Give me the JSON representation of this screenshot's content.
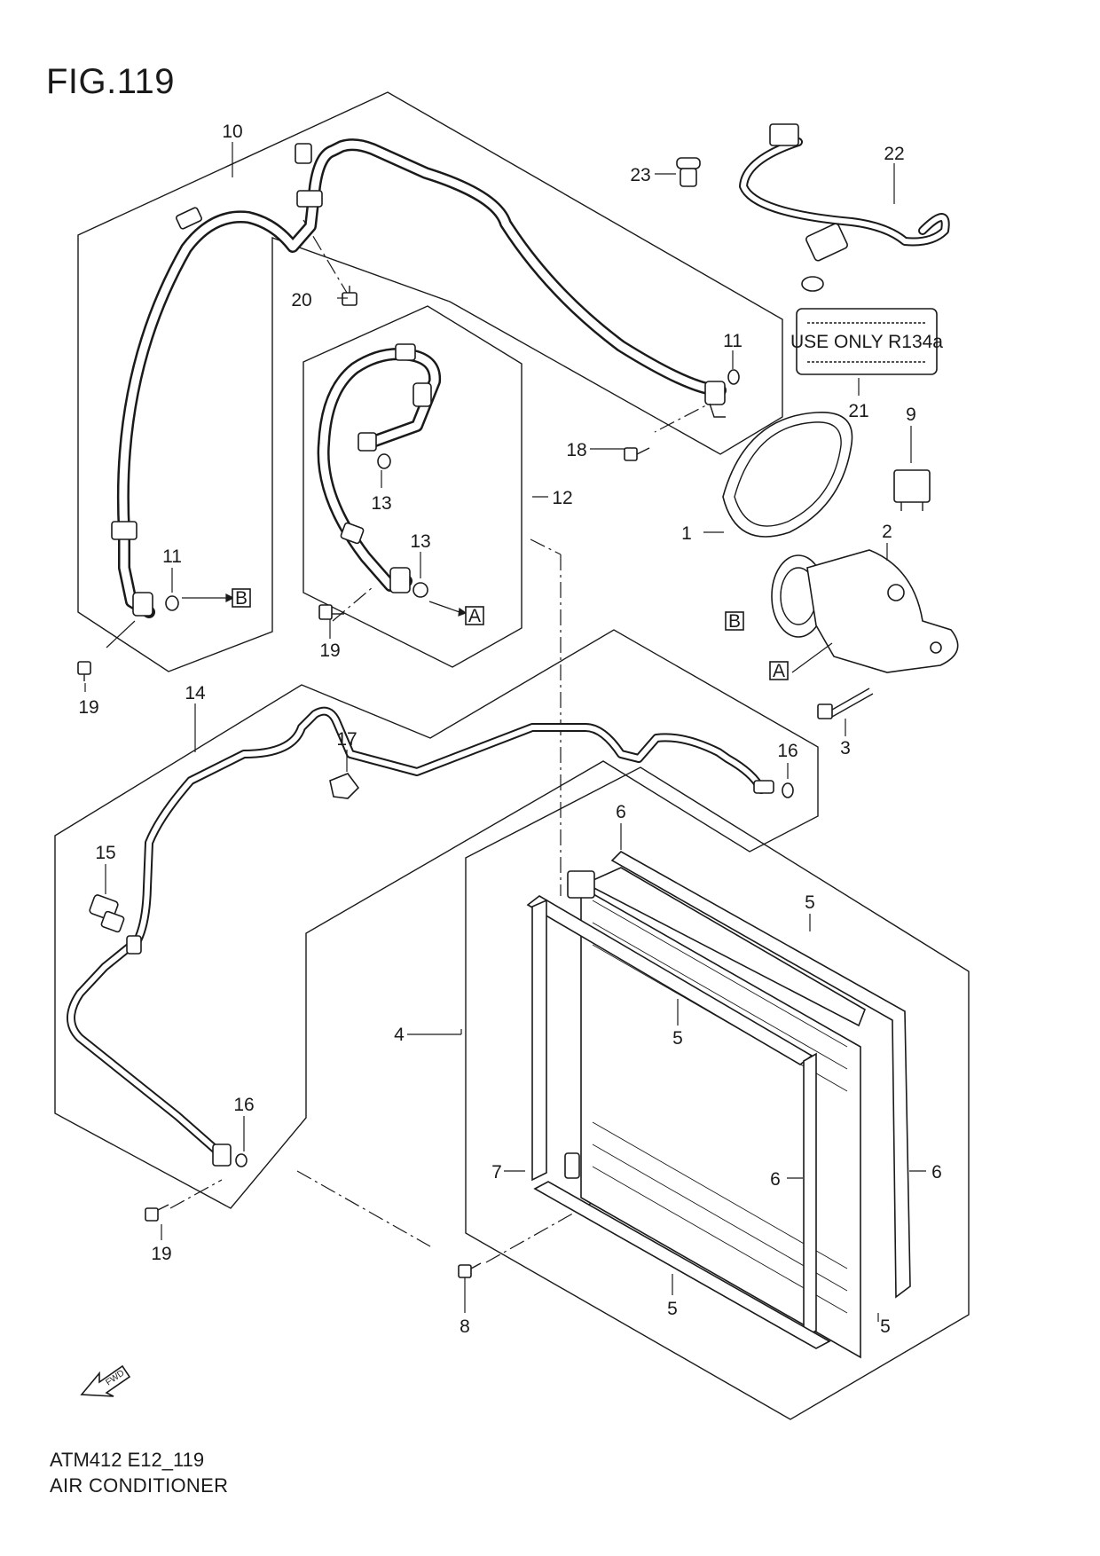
{
  "figure_title": "FIG.119",
  "footer": {
    "code": "ATM412 E12_119",
    "name": "AIR CONDITIONER"
  },
  "label_text": "USE ONLY R134a",
  "fwd_text": "FWD",
  "ref_a": "A",
  "ref_b": "B",
  "callouts": {
    "c1": "1",
    "c2": "2",
    "c3": "3",
    "c4": "4",
    "c5a": "5",
    "c5b": "5",
    "c5c": "5",
    "c5d": "5",
    "c6a": "6",
    "c6b": "6",
    "c6c": "6",
    "c7": "7",
    "c8": "8",
    "c9": "9",
    "c10": "10",
    "c11a": "11",
    "c11b": "11",
    "c12": "12",
    "c13a": "13",
    "c13b": "13",
    "c14": "14",
    "c15": "15",
    "c16a": "16",
    "c16b": "16",
    "c17": "17",
    "c18": "18",
    "c19a": "19",
    "c19b": "19",
    "c19c": "19",
    "c20": "20",
    "c21": "21",
    "c22": "22",
    "c23": "23"
  }
}
